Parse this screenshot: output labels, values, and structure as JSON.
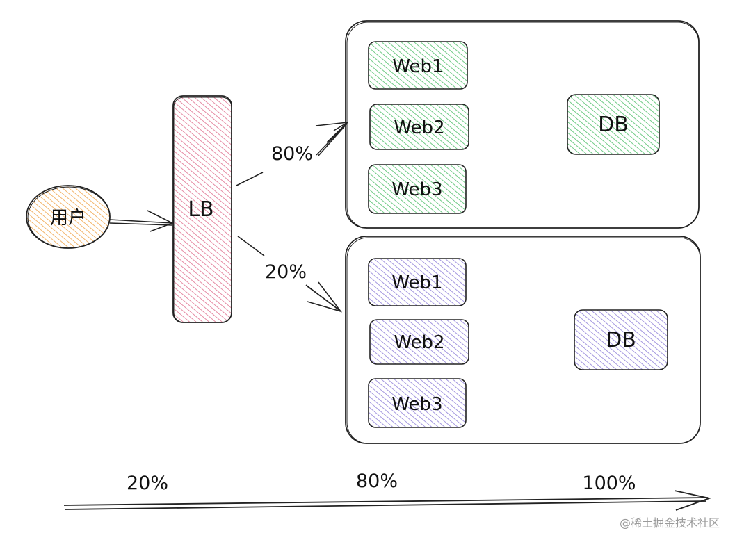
{
  "user": {
    "label": "用户",
    "color": "#f0a44a"
  },
  "lb": {
    "label": "LB",
    "color": "#e0708f"
  },
  "routes": [
    {
      "label": "80%"
    },
    {
      "label": "20%"
    }
  ],
  "clusters": [
    {
      "color": "#4fbf6a",
      "servers": [
        "Web1",
        "Web2",
        "Web3"
      ],
      "db_label": "DB"
    },
    {
      "color": "#8f7fd8",
      "servers": [
        "Web1",
        "Web2",
        "Web3"
      ],
      "db_label": "DB"
    }
  ],
  "timeline": {
    "ticks": [
      "20%",
      "80%",
      "100%"
    ]
  },
  "watermark": "@稀土掘金技术社区"
}
